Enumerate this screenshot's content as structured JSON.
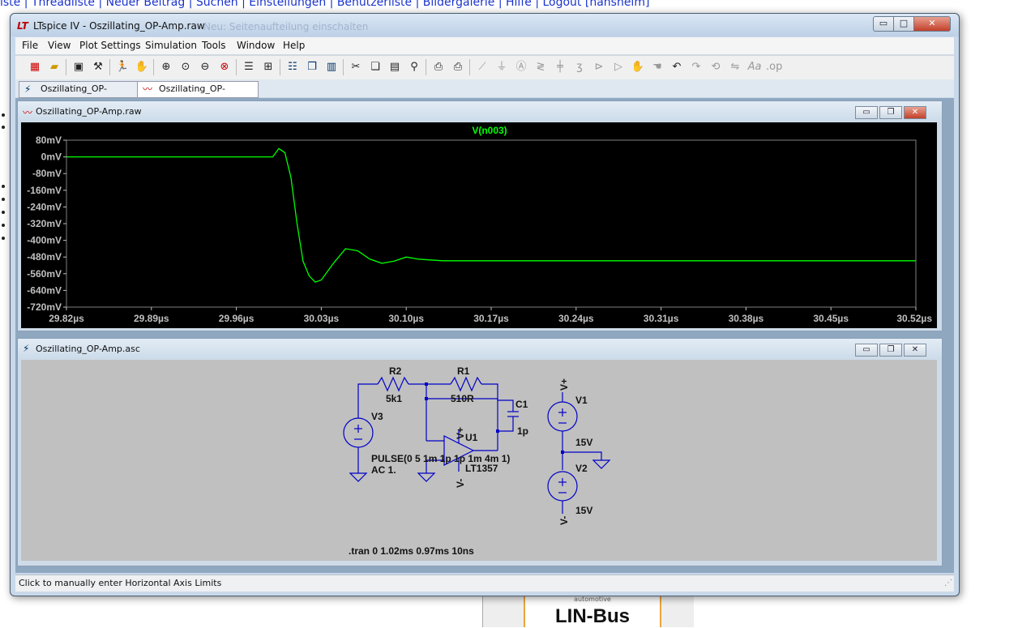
{
  "background_page": {
    "links_text": "iste | Threadliste | Neuer Beitrag | Suchen | Einstellungen | Benutzerliste | Bildergalerie | Hilfe | Logout [hansheim]",
    "ad_small": "automotive",
    "ad_logo": "LIN-Bus"
  },
  "window": {
    "icon": "LT",
    "title": "LTspice IV - Oszillating_OP-Amp.raw",
    "ghost_text": "Neu: Seitenaufteilung einschalten",
    "minimize_glyph": "▭",
    "maximize_glyph": "□",
    "close_glyph": "✕"
  },
  "menu": [
    "File",
    "View",
    "Plot Settings",
    "Simulation",
    "Tools",
    "Window",
    "Help"
  ],
  "toolbar_icons": [
    "new-schematic-icon",
    "open-icon",
    "save-icon",
    "control-panel-icon",
    "run-icon",
    "halt-icon",
    "zoom-in-icon",
    "zoom-full-icon",
    "zoom-out-icon",
    "cancel-zoom-icon",
    "autorange-icon",
    "mark-unused-icon",
    "tile-horizontal-icon",
    "cascade-icon",
    "tile-vertical-icon",
    "cut-icon",
    "copy-icon",
    "paste-icon",
    "find-icon",
    "print-setup-icon",
    "print-icon",
    "draw-wire-icon",
    "ground-icon",
    "label-net-icon",
    "resistor-icon",
    "capacitor-icon",
    "inductor-icon",
    "diode-icon",
    "component-icon",
    "move-icon",
    "drag-icon",
    "undo-icon",
    "redo-icon",
    "rotate-icon",
    "mirror-icon",
    "text-icon",
    "spice-directive-icon"
  ],
  "tabs": [
    {
      "label": "Oszillating_OP-Amp.asc",
      "active": false
    },
    {
      "label": "Oszillating_OP-Amp.raw",
      "active": true
    }
  ],
  "plot_window": {
    "title": "Oszillating_OP-Amp.raw",
    "trace_name": "V(n003)",
    "trace_color": "#00ff00"
  },
  "schematic_window": {
    "title": "Oszillating_OP-Amp.asc",
    "labels": {
      "r2": "R2",
      "r2_value": "5k1",
      "r1": "R1",
      "r1_value": "510R",
      "c1": "C1",
      "c1_value": "1p",
      "u1": "U1",
      "u1_model": "LT1357",
      "v3": "V3",
      "v3_pulse": "PULSE(0 5 1m 1p 1p 1m 4m 1)",
      "v3_ac": "AC 1.",
      "v1": "V1",
      "v1_value": "15V",
      "v2": "V2",
      "v2_value": "15V",
      "vplus": "V+",
      "vminus": "V-",
      "directive": ".tran 0 1.02ms 0.97ms 10ns"
    },
    "wire_color": "#0000c8"
  },
  "status": {
    "text": "Click to manually enter Horizontal Axis Limits"
  },
  "chart_data": {
    "type": "line",
    "title": "V(n003)",
    "xlabel": "",
    "ylabel": "",
    "x_tick_labels": [
      "29.82µs",
      "29.89µs",
      "29.96µs",
      "30.03µs",
      "30.10µs",
      "30.17µs",
      "30.24µs",
      "30.31µs",
      "30.38µs",
      "30.45µs",
      "30.52µs"
    ],
    "y_tick_labels": [
      "80mV",
      "0mV",
      "-80mV",
      "-160mV",
      "-240mV",
      "-320mV",
      "-400mV",
      "-480mV",
      "-560mV",
      "-640mV",
      "-720mV"
    ],
    "xlim": [
      29.82,
      30.52
    ],
    "ylim": [
      -720,
      80
    ],
    "x_unit": "µs",
    "y_unit": "mV",
    "grid": false,
    "series": [
      {
        "name": "V(n003)",
        "color": "#00ff00",
        "x": [
          29.82,
          29.9,
          29.99,
          29.995,
          30.0,
          30.005,
          30.01,
          30.015,
          30.02,
          30.025,
          30.03,
          30.04,
          30.05,
          30.06,
          30.07,
          30.08,
          30.09,
          30.1,
          30.11,
          30.13,
          30.2,
          30.3,
          30.4,
          30.52
        ],
        "y": [
          0,
          0,
          0,
          40,
          20,
          -100,
          -320,
          -500,
          -570,
          -600,
          -590,
          -510,
          -440,
          -450,
          -490,
          -510,
          -500,
          -480,
          -490,
          -498,
          -498,
          -498,
          -498,
          -498
        ]
      }
    ]
  }
}
